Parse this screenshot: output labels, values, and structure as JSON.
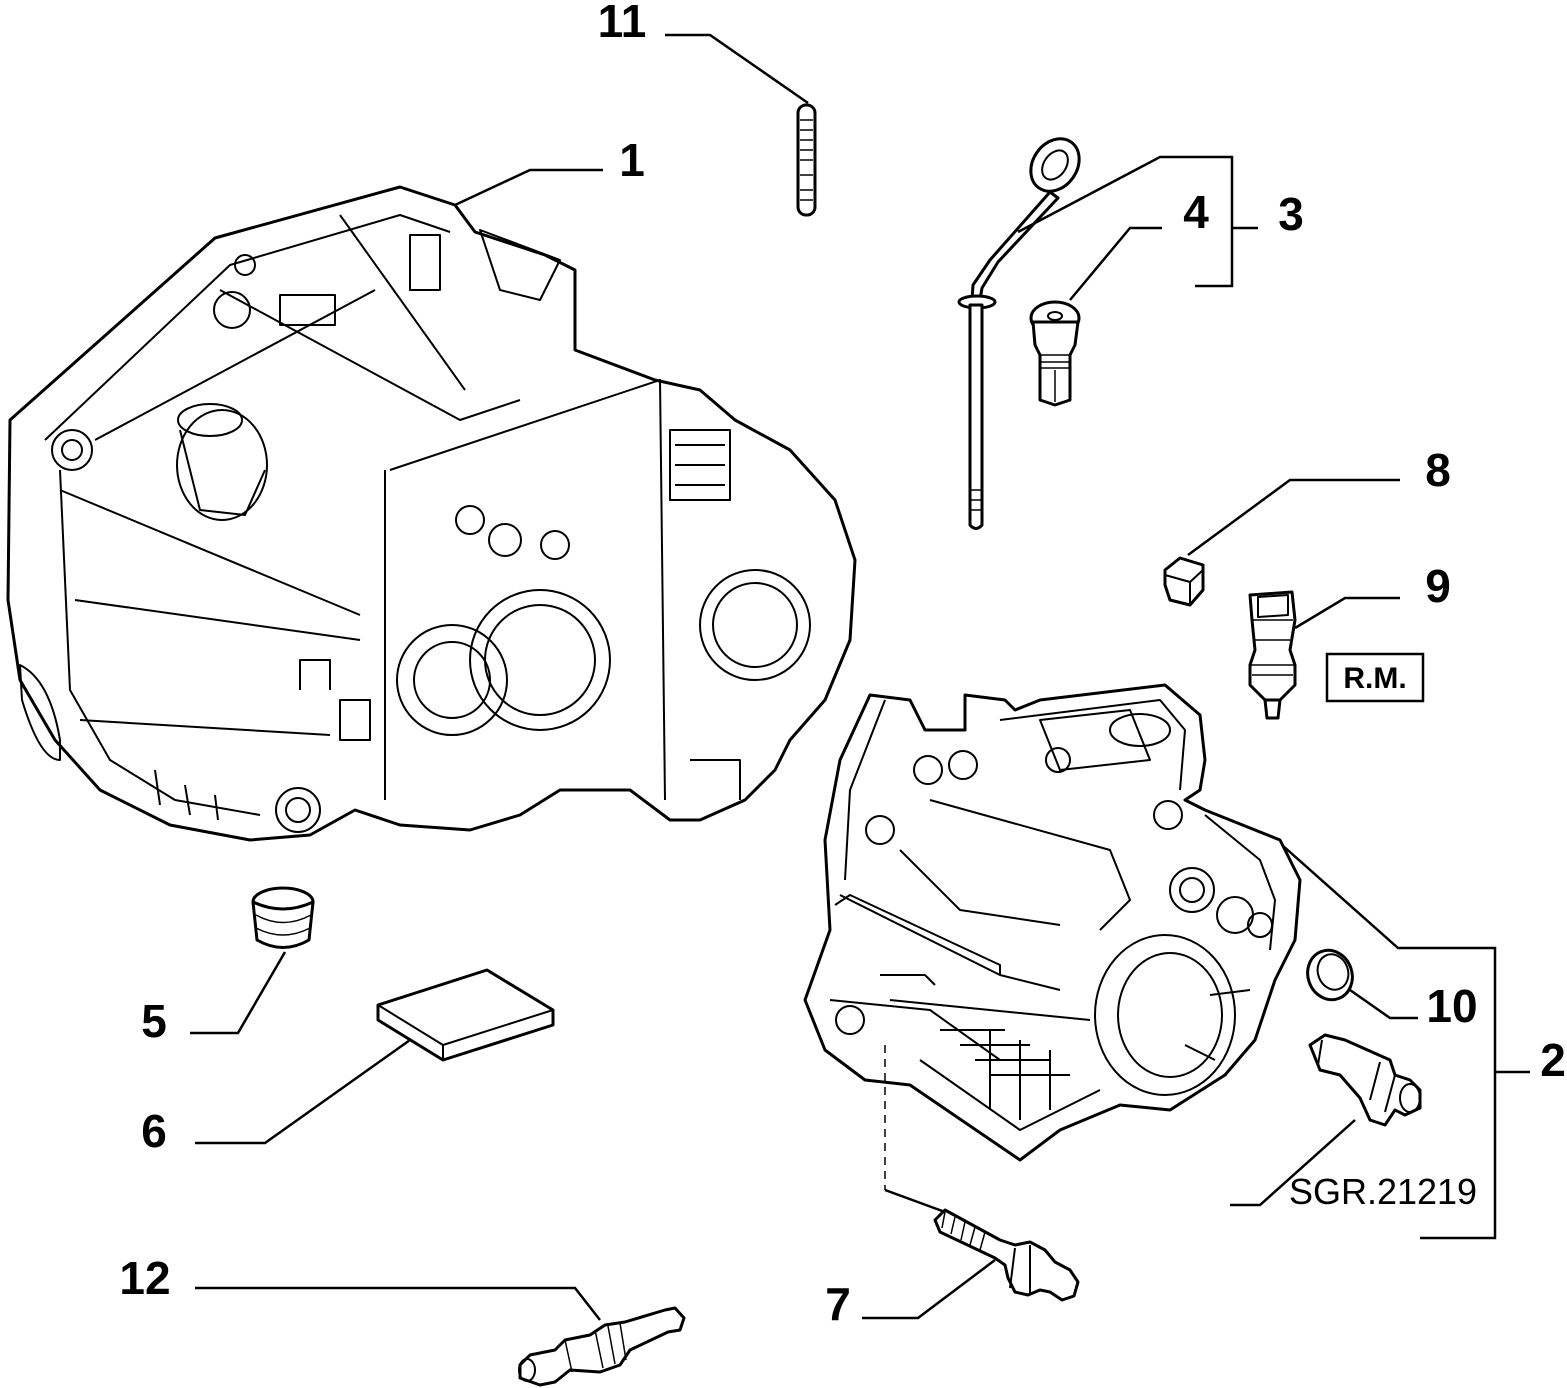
{
  "callouts": {
    "c1": "1",
    "c2": "2",
    "c3": "3",
    "c4": "4",
    "c5": "5",
    "c6": "6",
    "c7": "7",
    "c8": "8",
    "c9": "9",
    "c10": "10",
    "c11": "11",
    "c12": "12"
  },
  "badge": "R.M.",
  "reference": "SGR.21219"
}
